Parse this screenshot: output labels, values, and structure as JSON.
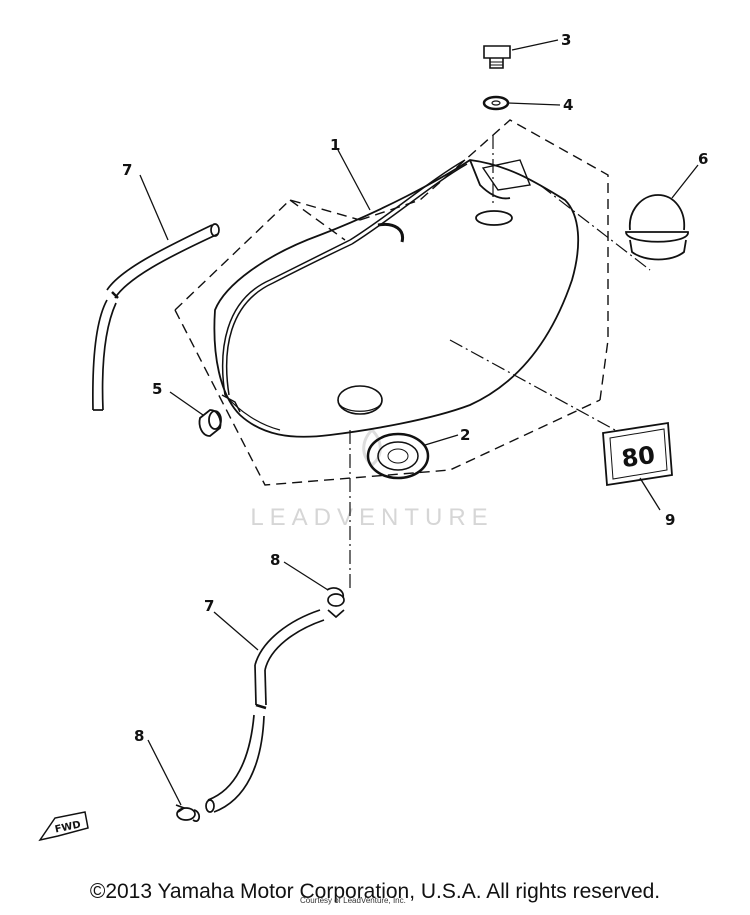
{
  "diagram": {
    "callouts": [
      {
        "id": "1",
        "label": "1"
      },
      {
        "id": "2",
        "label": "2"
      },
      {
        "id": "3",
        "label": "3"
      },
      {
        "id": "4",
        "label": "4"
      },
      {
        "id": "5",
        "label": "5"
      },
      {
        "id": "6",
        "label": "6"
      },
      {
        "id": "7a",
        "label": "7"
      },
      {
        "id": "7b",
        "label": "7"
      },
      {
        "id": "8a",
        "label": "8"
      },
      {
        "id": "8b",
        "label": "8"
      },
      {
        "id": "9",
        "label": "9"
      }
    ],
    "badge_text": "80",
    "fwd_label": "FWD",
    "watermark": "LEADVENTURE"
  },
  "footer": {
    "copyright": "©2013 Yamaha Motor Corporation, U.S.A. All rights reserved.",
    "subtext": "Courtesy of LeadVenture, Inc."
  },
  "colors": {
    "line": "#111111",
    "watermark": "#d6d6d6",
    "background": "#ffffff"
  }
}
